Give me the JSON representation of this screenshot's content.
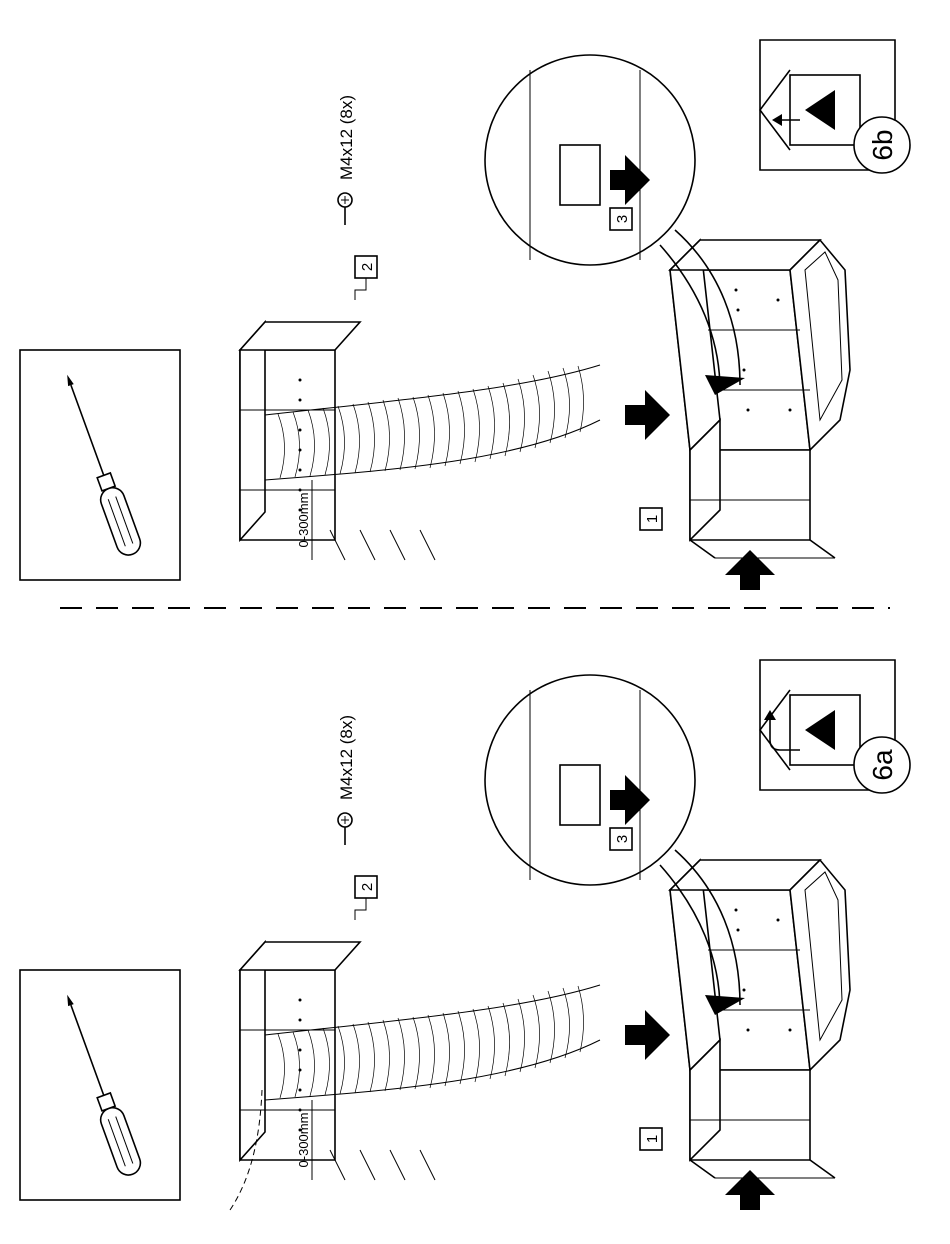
{
  "panels": [
    {
      "id": "6a",
      "step_label": "6a",
      "screw_spec": "M4x12 (8x)",
      "callouts": [
        "1",
        "2",
        "3"
      ],
      "dimension": "0-300mm",
      "icons": [
        "recirculation-mode-icon",
        "screwdriver-icon",
        "screw-icon"
      ]
    },
    {
      "id": "6b",
      "step_label": "6b",
      "screw_spec": "M4x12 (8x)",
      "callouts": [
        "1",
        "2",
        "3"
      ],
      "dimension": "0-300mm",
      "icons": [
        "extraction-mode-icon",
        "screwdriver-icon",
        "screw-icon"
      ]
    }
  ]
}
